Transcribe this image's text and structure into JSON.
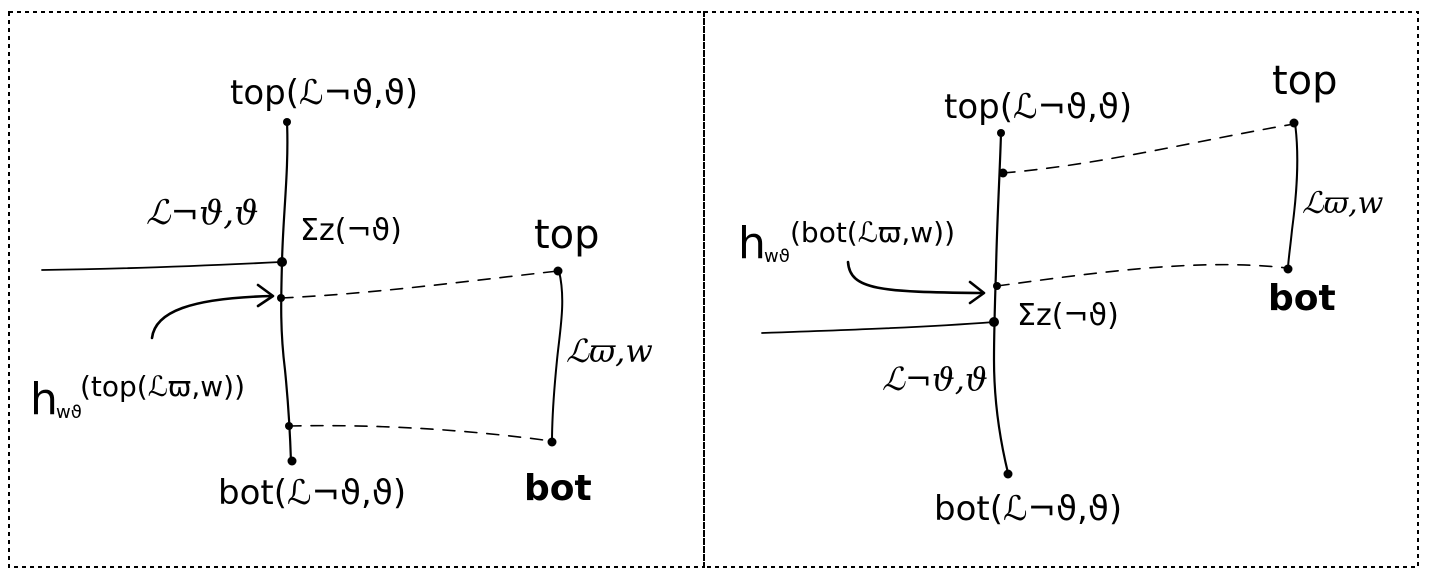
{
  "left_panel": {
    "labels": {
      "top_main": "top(ℒ¬ϑ,ϑ)",
      "left_line": "ℒ¬ϑ,ϑ",
      "sigma": "Σᴢ(¬ϑ)",
      "top_right": "top",
      "lw": "ℒϖ,w",
      "h_prefix": "h",
      "h_sub": "wϑ",
      "h_arg": "(top(ℒϖ,w))",
      "bot_main": "bot(ℒ¬ϑ,ϑ)",
      "bot_right": "bot"
    }
  },
  "right_panel": {
    "labels": {
      "top_main": "top(ℒ¬ϑ,ϑ)",
      "top_right": "top",
      "lw": "ℒϖ,w",
      "h_prefix": "h",
      "h_sub": "wϑ",
      "h_arg": "(bot(ℒϖ,w))",
      "sigma": "Σᴢ(¬ϑ)",
      "bot_right": "bot",
      "left_line": "ℒ¬ϑ,ϑ",
      "bot_main": "bot(ℒ¬ϑ,ϑ)"
    }
  }
}
